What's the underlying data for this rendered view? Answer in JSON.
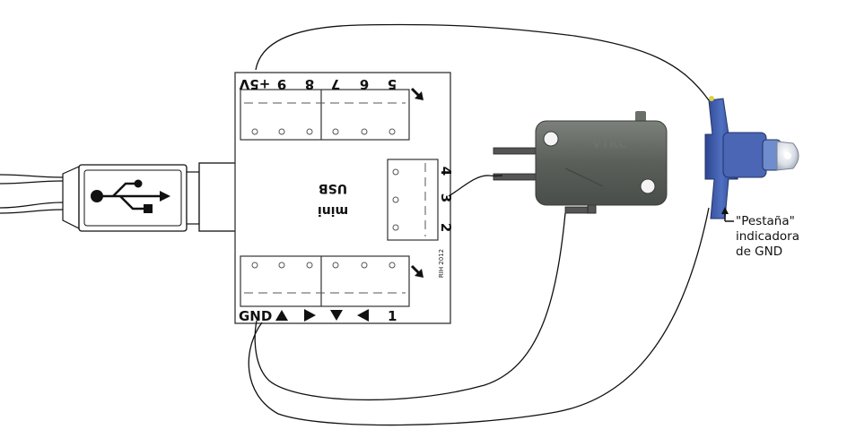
{
  "board": {
    "line1": "USB",
    "line2": "mini",
    "tiny": "RIH 2012"
  },
  "top_pins": [
    "+5V",
    "9",
    "8",
    "7",
    "6",
    "5"
  ],
  "side_pins": [
    "4",
    "3",
    "2"
  ],
  "bottom_pins": {
    "gnd": "GND",
    "arrows": [
      "up-arrow",
      "right-arrow",
      "down-arrow",
      "left-arrow"
    ],
    "last": "1"
  },
  "switch_brand": "VTRC",
  "annotation": {
    "line1": "\"Pestaña\"",
    "line2": "indicadora",
    "line3": "de GND"
  },
  "colors": {
    "wire": "#111111",
    "board_border": "#333333",
    "switch_body": "#5a5f5a",
    "led_blue": "#3d5aa8"
  }
}
